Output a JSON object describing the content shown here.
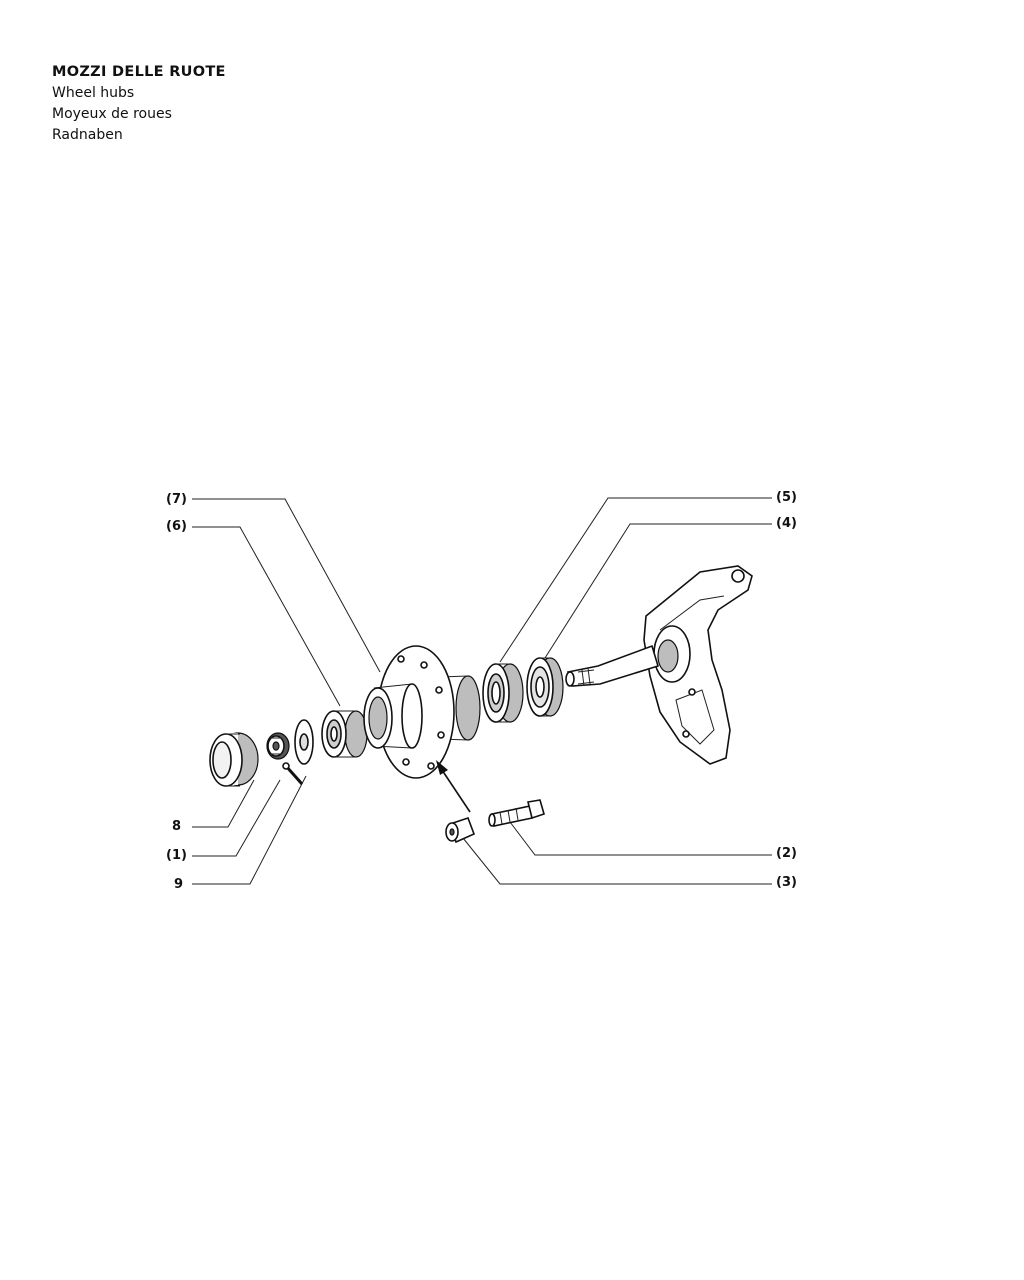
{
  "header": {
    "title": "MOZZI DELLE RUOTE",
    "subtitle_en": "Wheel hubs",
    "subtitle_fr": "Moyeux de roues",
    "subtitle_de": "Radnaben"
  },
  "callouts": {
    "c7": "(7)",
    "c6": "(6)",
    "c5": "(5)",
    "c4": "(4)",
    "c8": "8",
    "c1": "(1)",
    "c9": "9",
    "c2": "(2)",
    "c3": "(3)"
  }
}
